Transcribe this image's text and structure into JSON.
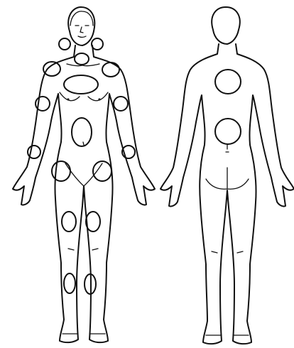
{
  "figure": {
    "views": [
      {
        "id": "front",
        "name": ""
      },
      {
        "id": "back",
        "name": ""
      }
    ],
    "marker_color": "#111111",
    "line_color": "#111111",
    "background": "#ffffff"
  },
  "markers": {
    "front": [
      "left-shoulder",
      "right-shoulder",
      "upper-sternum",
      "upper-chest",
      "left-upper-arm",
      "right-upper-arm",
      "abdomen",
      "left-forearm",
      "right-forearm",
      "left-hip",
      "right-hip",
      "left-thigh",
      "right-thigh",
      "left-shin",
      "right-shin",
      "left-earring",
      "right-earring"
    ],
    "back": [
      "upper-back",
      "lower-back"
    ]
  }
}
